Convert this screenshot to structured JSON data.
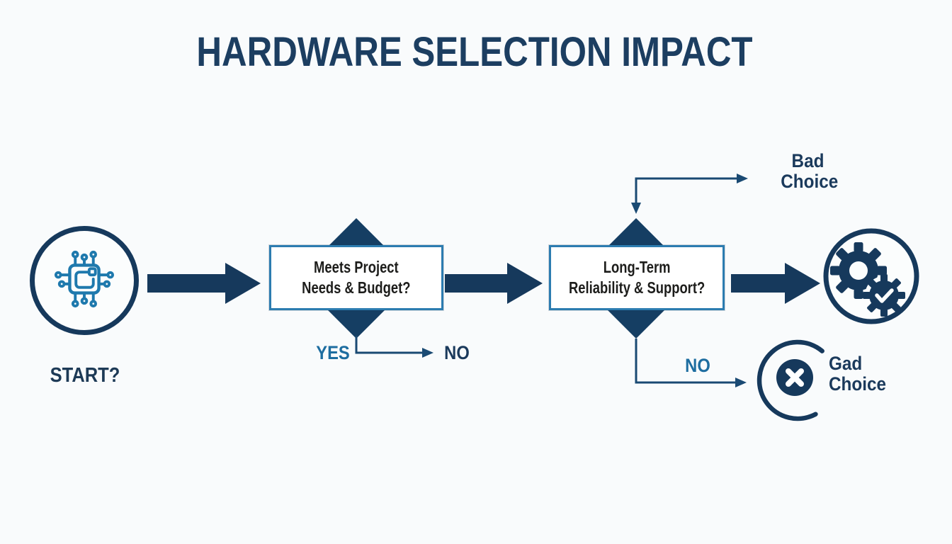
{
  "title": "HARDWARE SELECTION IMPACT",
  "flow": {
    "start": {
      "label": "START?"
    },
    "decision1": {
      "line1": "Meets Project",
      "line2": "Needs & Budget?",
      "yes_label": "YES",
      "no_label": "NO"
    },
    "decision2": {
      "line1": "Long-Term",
      "line2": "Reliability & Support?",
      "no_label": "NO"
    },
    "bad_choice": {
      "line1": "Bad",
      "line2": "Choice"
    },
    "gad_choice": {
      "line1": "Gad",
      "line2": "Choice"
    }
  },
  "icons": {
    "start": "microchip-icon",
    "outcome_good": "gears-check-icon",
    "outcome_bad": "x-circle-icon"
  },
  "colors": {
    "navy": "#16395c",
    "diamond_navy": "#153e63",
    "box_border_blue": "#2c7cb0",
    "icon_blue": "#1e79ad",
    "teal_label": "#1d6da0",
    "text_black": "#1d1d1b",
    "background": "#f9fbfc"
  }
}
